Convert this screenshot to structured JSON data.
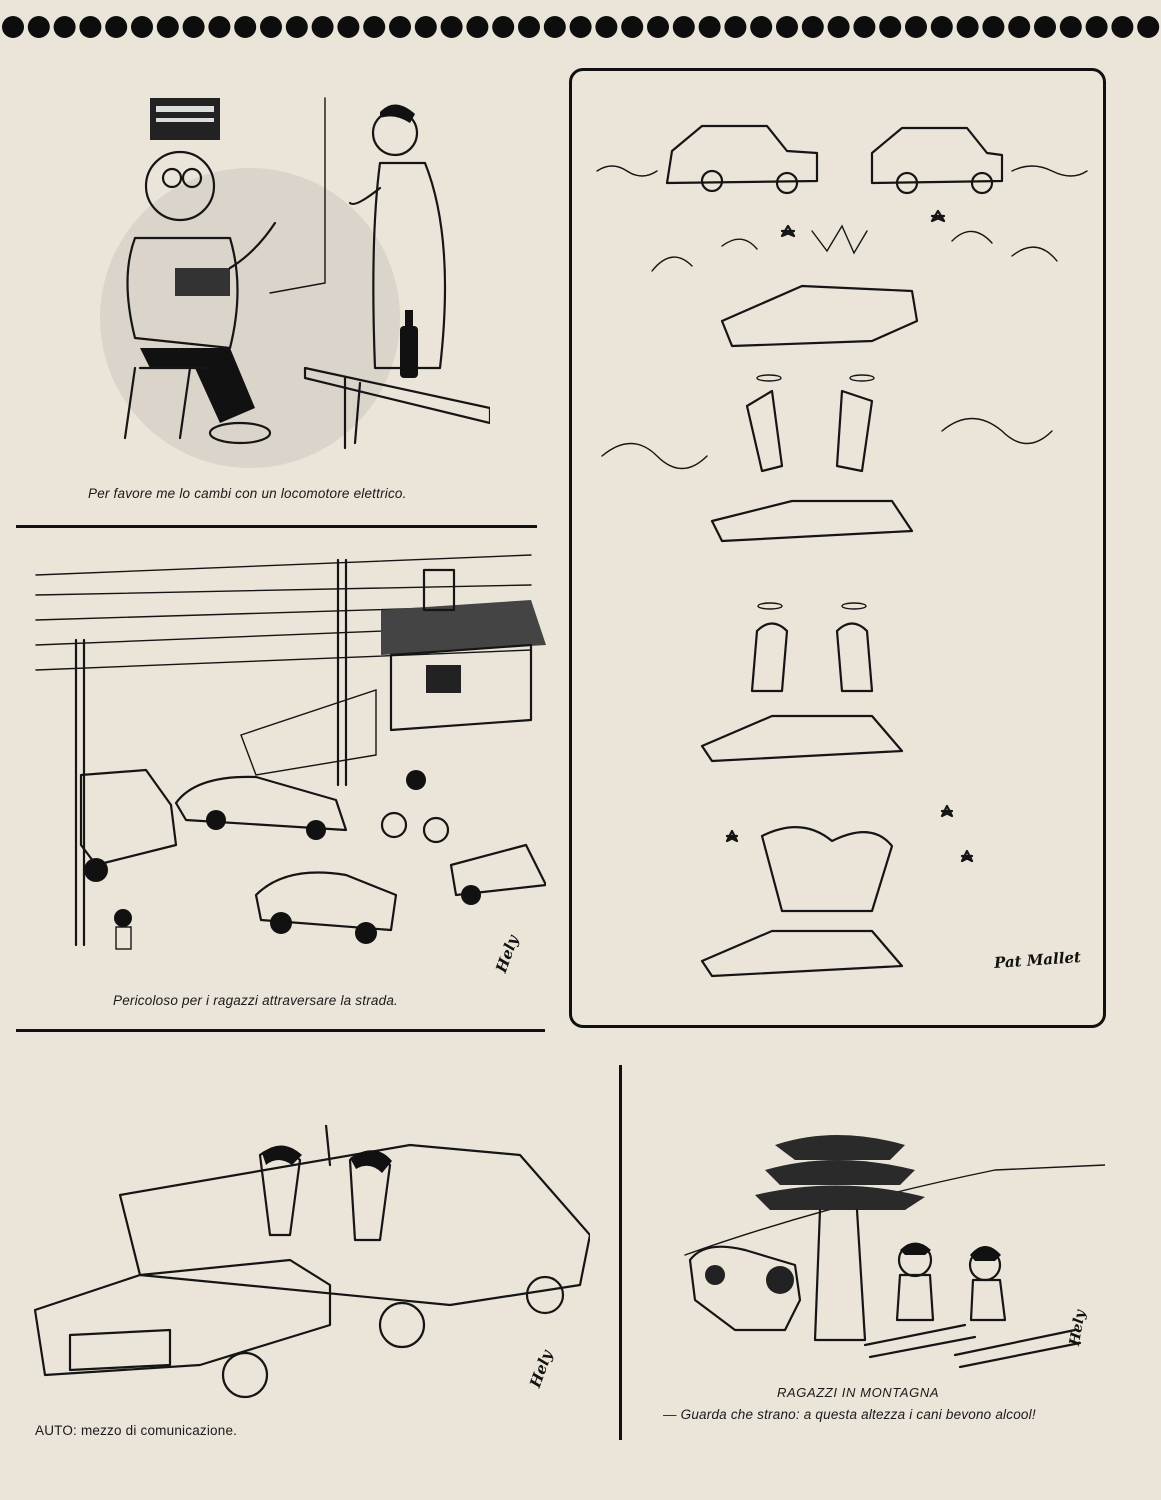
{
  "page": {
    "background": "#ebe4d8",
    "ink": "#151515"
  },
  "cartoons": {
    "locomotive": {
      "caption": "Per favore me lo cambi con un locomotore elettrico."
    },
    "crossing": {
      "caption": "Pericoloso per i ragazzi attraversare la strada."
    },
    "angels": {
      "signature": "Pat Mallet"
    },
    "car": {
      "caption": "AUTO: mezzo di comunicazione."
    },
    "mountain": {
      "title": "RAGAZZI IN MONTAGNA",
      "caption": "— Guarda che strano: a questa altezza i cani bevono alcool!"
    }
  }
}
